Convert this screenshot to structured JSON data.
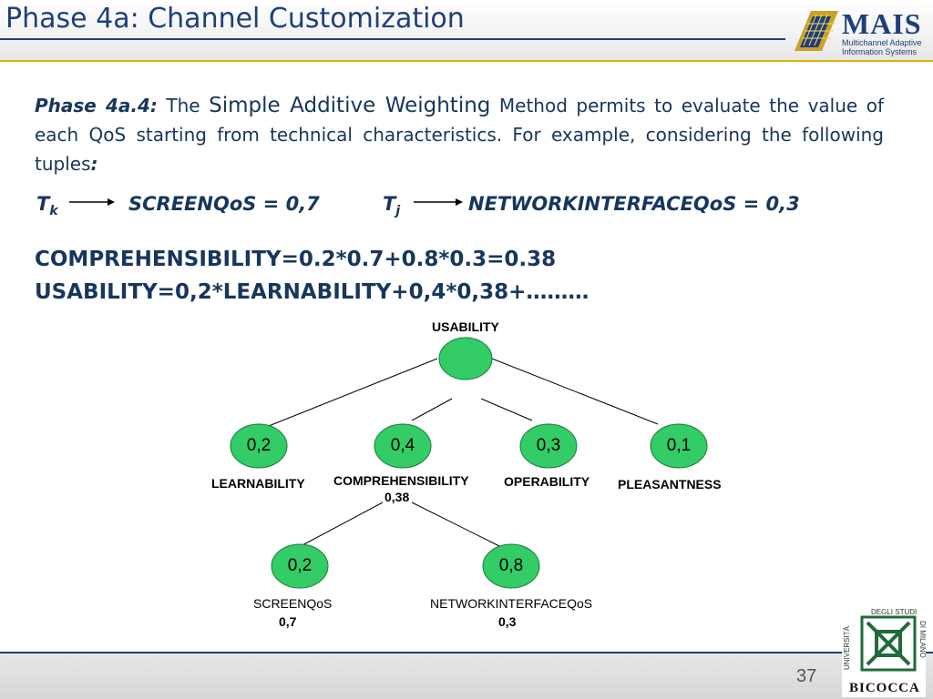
{
  "header": {
    "title": "Phase 4a: Channel Customization",
    "logo": {
      "name": "MAIS",
      "subtitle1": "Multichannel Adaptive",
      "subtitle2": "Information Systems"
    }
  },
  "body": {
    "lead": "Phase 4a.4:",
    "text_the": " The ",
    "text_method_name": "Simple Additive Weighting",
    "text_rest": " Method permits to evaluate the value of each QoS starting from technical characteristics. For example, considering the following tuples",
    "text_colon": ":",
    "tuple1_var": "T",
    "tuple1_sub": "k",
    "tuple1_text": "SCREENQoS = 0,7",
    "tuple2_var": "T",
    "tuple2_sub": "j",
    "tuple2_text": "NETWORKINTERFACEQoS = 0,3",
    "formula1": "COMPREHENSIBILITY=0.2*0.7+0.8*0.3=0.38",
    "formula2": "USABILITY=0,2*LEARNABILITY+0,4*0,38+………"
  },
  "tree": {
    "root_label": "USABILITY",
    "level1": [
      {
        "value": "0,2",
        "label": "LEARNABILITY"
      },
      {
        "value": "0,4",
        "label": "COMPREHENSIBILITY",
        "sublabel": "0,38"
      },
      {
        "value": "0,3",
        "label": "OPERABILITY"
      },
      {
        "value": "0,1",
        "label": "PLEASANTNESS"
      }
    ],
    "level2": [
      {
        "value": "0,2",
        "label": "SCREENQoS",
        "sublabel": "0,7"
      },
      {
        "value": "0,8",
        "label": "NETWORKINTERFACEQoS",
        "sublabel": "0,3"
      }
    ]
  },
  "footer": {
    "page_number": "37",
    "university_logo": {
      "top_text": "UNIVERSITÀ DEGLI STUDI DI MILANO",
      "bottom_text": "BICOCCA"
    }
  },
  "colors": {
    "node_fill": "#33cc66",
    "title_blue": "#1f3f7a",
    "text_navy": "#17365d",
    "accent_gold": "#e0b000"
  }
}
